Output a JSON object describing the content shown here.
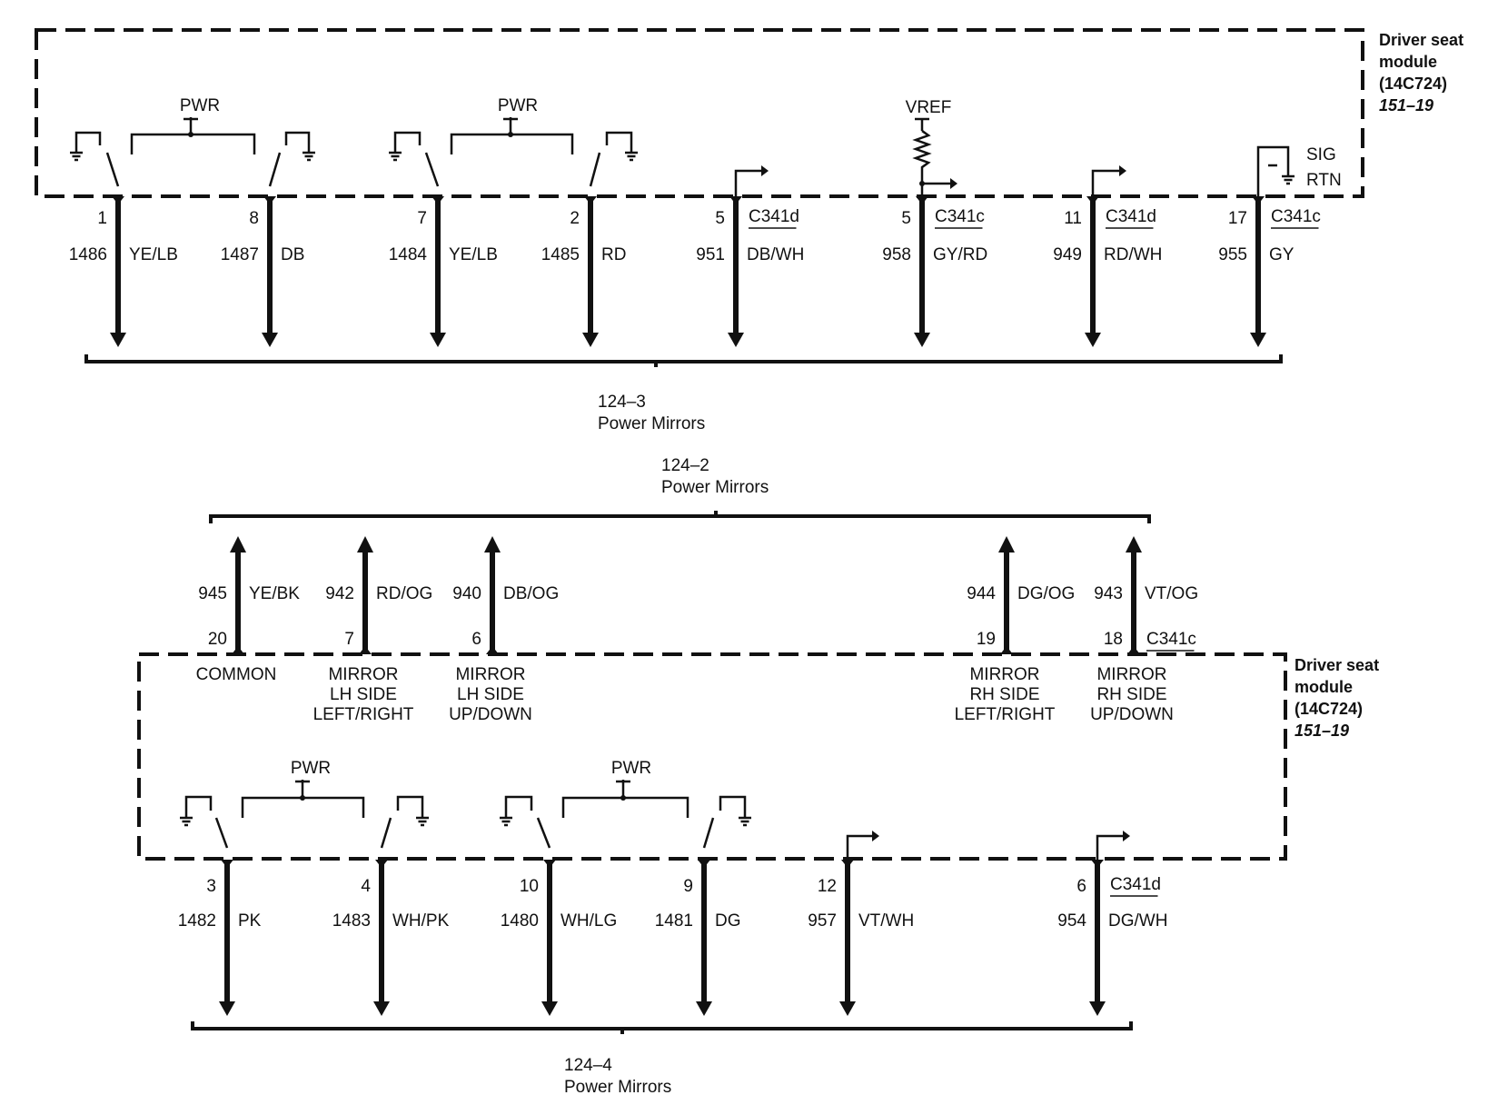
{
  "top_section": {
    "module": {
      "name_line1": "Driver seat",
      "name_line2": "module",
      "part": "(14C724)",
      "ref": "151–19"
    },
    "pwr_labels": [
      "PWR",
      "PWR"
    ],
    "vref_label": "VREF",
    "sig_label": "SIG",
    "rtn_label": "RTN",
    "wires": [
      {
        "pin": "1",
        "circuit": "1486",
        "color": "YE/LB",
        "connector": ""
      },
      {
        "pin": "8",
        "circuit": "1487",
        "color": "DB",
        "connector": ""
      },
      {
        "pin": "7",
        "circuit": "1484",
        "color": "YE/LB",
        "connector": ""
      },
      {
        "pin": "2",
        "circuit": "1485",
        "color": "RD",
        "connector": ""
      },
      {
        "pin": "5",
        "circuit": "951",
        "color": "DB/WH",
        "connector": "C341d"
      },
      {
        "pin": "5",
        "circuit": "958",
        "color": "GY/RD",
        "connector": "C341c"
      },
      {
        "pin": "11",
        "circuit": "949",
        "color": "RD/WH",
        "connector": "C341d"
      },
      {
        "pin": "17",
        "circuit": "955",
        "color": "GY",
        "connector": "C341c"
      }
    ],
    "reference": {
      "number": "124–3",
      "title": "Power Mirrors"
    }
  },
  "bottom_section": {
    "reference_top": {
      "number": "124–2",
      "title": "Power Mirrors"
    },
    "inputs": [
      {
        "circuit": "945",
        "color": "YE/BK",
        "pin": "20",
        "connector": "",
        "function": [
          "COMMON"
        ]
      },
      {
        "circuit": "942",
        "color": "RD/OG",
        "pin": "7",
        "connector": "",
        "function": [
          "MIRROR",
          "LH SIDE",
          "LEFT/RIGHT"
        ]
      },
      {
        "circuit": "940",
        "color": "DB/OG",
        "pin": "6",
        "connector": "",
        "function": [
          "MIRROR",
          "LH SIDE",
          "UP/DOWN"
        ]
      },
      {
        "circuit": "944",
        "color": "DG/OG",
        "pin": "19",
        "connector": "",
        "function": [
          "MIRROR",
          "RH SIDE",
          "LEFT/RIGHT"
        ]
      },
      {
        "circuit": "943",
        "color": "VT/OG",
        "pin": "18",
        "connector": "C341c",
        "function": [
          "MIRROR",
          "RH SIDE",
          "UP/DOWN"
        ]
      }
    ],
    "module": {
      "name_line1": "Driver seat",
      "name_line2": "module",
      "part": "(14C724)",
      "ref": "151–19"
    },
    "pwr_labels": [
      "PWR",
      "PWR"
    ],
    "wires": [
      {
        "pin": "3",
        "circuit": "1482",
        "color": "PK",
        "connector": ""
      },
      {
        "pin": "4",
        "circuit": "1483",
        "color": "WH/PK",
        "connector": ""
      },
      {
        "pin": "10",
        "circuit": "1480",
        "color": "WH/LG",
        "connector": ""
      },
      {
        "pin": "9",
        "circuit": "1481",
        "color": "DG",
        "connector": ""
      },
      {
        "pin": "12",
        "circuit": "957",
        "color": "VT/WH",
        "connector": ""
      },
      {
        "pin": "6",
        "circuit": "954",
        "color": "DG/WH",
        "connector": "C341d"
      }
    ],
    "reference": {
      "number": "124–4",
      "title": "Power Mirrors"
    }
  }
}
